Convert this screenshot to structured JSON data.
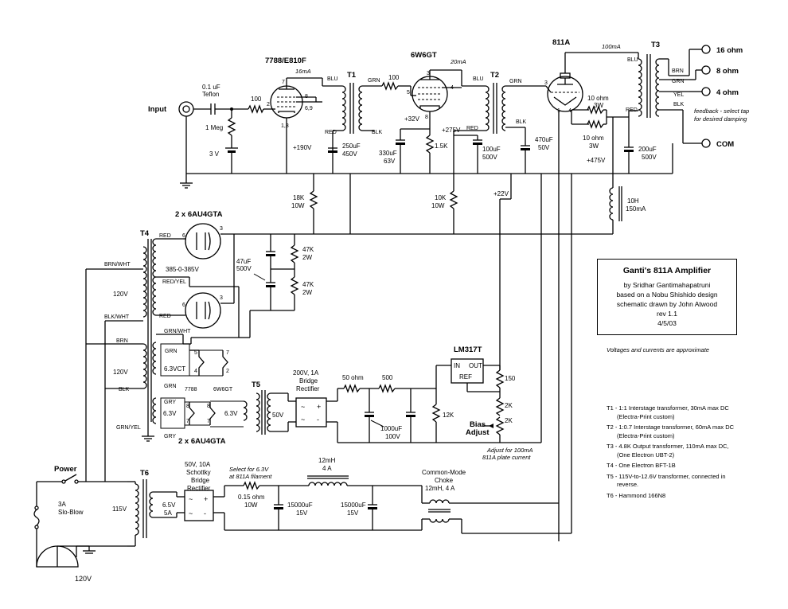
{
  "title_block": {
    "title": "Ganti's 811A Amplifier",
    "line1": "by Sridhar Gantimahapatruni",
    "line2": "based on a Nobu Shishido design",
    "line3": "schematic drawn by John Atwood",
    "rev": "rev 1.1",
    "date": "4/5/03",
    "note": "Voltages and currents are approximate"
  },
  "notes": {
    "t1": "T1 - 1:1 Interstage transformer, 30mA max DC",
    "t1b": "(Electra-Print custom)",
    "t2": "T2 - 1:0.7 Interstage transformer, 60mA max DC",
    "t2b": "(Electra-Print custom)",
    "t3": "T3 - 4.8K Output transformer, 110mA max DC,",
    "t3b": "(One Electron UBT-2)",
    "t4": "T4 - One Electron BFT-1B",
    "t5": "T5 - 115V-to-12.6V transformer, connected in",
    "t5b": "reverse.",
    "t6": "T6 - Hammond 166N8"
  },
  "tubes": {
    "v1": "7788/E810F",
    "v2": "6W6GT",
    "v3": "811A",
    "rect": "2 x 6AU4GTA",
    "reg": "LM317T"
  },
  "labels": {
    "input": "Input",
    "cap_in": "0.1 uF",
    "cap_in2": "Teflon",
    "r_grid": "100",
    "r_1meg": "1 Meg",
    "bias_3v": "3 V",
    "v1_curr": "16mA",
    "t1": "T1",
    "t2": "T2",
    "t3": "T3",
    "t4": "T4",
    "t5": "T5",
    "t6": "T6",
    "blu": "BLU",
    "red": "RED",
    "grn": "GRN",
    "blk": "BLK",
    "yel": "YEL",
    "brn": "BRN",
    "r100b": "100",
    "v2_curr": "20mA",
    "v2_cath": "+32V",
    "cap330": "330uF",
    "cap330v": "63V",
    "r1k5": "1.5K",
    "v275": "+275V",
    "cap100": "100uF",
    "cap100v": "500V",
    "cap470": "470uF",
    "cap470v": "50V",
    "v3_curr": "100mA",
    "r10a": "10 ohm",
    "r10a_w": "3W",
    "r10b": "10 ohm",
    "r10b_w": "3W",
    "cap200": "200uF",
    "cap200v": "500V",
    "v475": "+475V",
    "out16": "16 ohm",
    "out8": "8 ohm",
    "out4": "4 ohm",
    "com": "COM",
    "feedback": "feedback - select tap",
    "feedback2": "for desired damping",
    "v190": "+190V",
    "cap250": "250uF",
    "cap250v": "450V",
    "r18k": "18K",
    "r18k_w": "10W",
    "r10k": "10K",
    "r10k_w": "10W",
    "v22": "+22V",
    "choke": "10H",
    "choke_i": "150mA",
    "cap47": "47uF",
    "cap47v": "500V",
    "r47k": "47K",
    "r47k_w": "2W",
    "r47k2": "47K",
    "r47k2_w": "2W",
    "hv": "385-0-385V",
    "redyel": "RED/YEL",
    "brnwht": "BRN/WHT",
    "blkwht": "BLK/WHT",
    "grnwht": "GRN/WHT",
    "grnyel": "GRN/YEL",
    "gry": "GRY",
    "v120a": "120V",
    "v120b": "120V",
    "v63ct": "6.3VCT",
    "v63a": "6.3V",
    "v63b": "6.3V",
    "lbl_7788": "7788",
    "lbl_6w6": "6W6GT",
    "rect_fil": "2 x 6AU4GTA",
    "v50": "50V",
    "bridge1": "200V, 1A",
    "bridge1b": "Bridge",
    "bridge1c": "Rectifier",
    "r50": "50 ohm",
    "r500": "500",
    "cap1000": "1000uF",
    "cap1000v": "100V",
    "r12k": "12K",
    "reg_in": "IN",
    "reg_out": "OUT",
    "reg_ref": "REF",
    "r150": "150",
    "r2k": "2K",
    "r2k2": "2K",
    "bias_adj": "Bias",
    "bias_adj2": "Adjust",
    "adj_note": "Adjust for 100mA",
    "adj_note2": "811A plate current",
    "power": "Power",
    "fuse": "3A",
    "fuse2": "Slo-Blow",
    "mains": "120V",
    "v115": "115V",
    "v65": "6.5V",
    "v65a": "5A",
    "bridge2": "50V, 10A",
    "bridge2b": "Schottky",
    "bridge2c": "Bridge",
    "bridge2d": "Rectifier",
    "sel_note": "Select for 6.3V",
    "sel_note2": "at 811A filament",
    "r015": "0.15 ohm",
    "r015_w": "10W",
    "cap15k_a": "15000uF",
    "cap15k_av": "15V",
    "cap15k_b": "15000uF",
    "cap15k_bv": "15V",
    "l12mh": "12mH",
    "l12mh_i": "4 A",
    "cmc": "Common-Mode",
    "cmc2": "Choke",
    "cmc3": "12mH, 4 A",
    "pin_2": "2",
    "pin_7": "7",
    "pin_8": "8",
    "pin_69": "6,9",
    "pin_13": "1,3",
    "pin_3": "3",
    "pin_4": "4",
    "pin_5": "5",
    "pin_1": "1",
    "pin_6": "6"
  }
}
